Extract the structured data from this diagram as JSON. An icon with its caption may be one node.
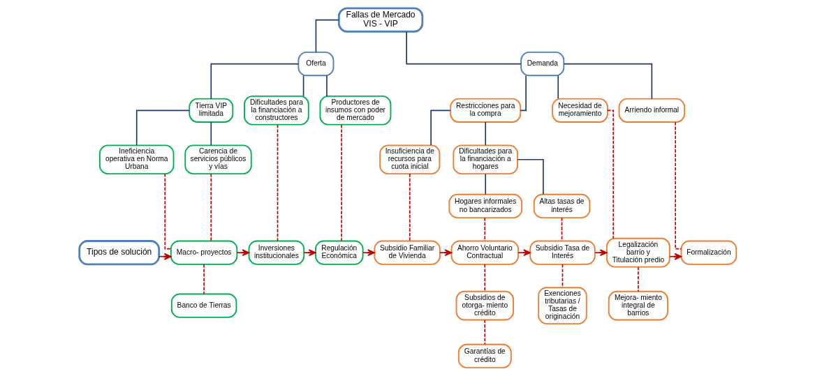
{
  "diagram": {
    "nodes": [
      {
        "text": [
          "Fallas de Mercado VIS - VIP"
        ]
      },
      {
        "text": [
          "Oferta"
        ]
      },
      {
        "text": [
          "Demanda"
        ]
      },
      {
        "text": [
          "Tierra VIP limitada"
        ]
      },
      {
        "text": [
          "Dificultades para la financiación a constructores"
        ]
      },
      {
        "text": [
          "Productores de insumos con poder de mercado"
        ]
      },
      {
        "text": [
          "Restricciones para la compra"
        ]
      },
      {
        "text": [
          "Necesidad de mejoramiento"
        ]
      },
      {
        "text": [
          "Arriendo informal"
        ]
      },
      {
        "text": [
          "Ineficiencia operativa en Norma Urbana"
        ]
      },
      {
        "text": [
          "Carencia de servicios públicos y vías"
        ]
      },
      {
        "text": [
          "Insuficiencia de recursos para cuota inicial"
        ]
      },
      {
        "text": [
          "Dificultades para la financiación a hogares"
        ]
      },
      {
        "text": [
          "Hogares informales no bancarizados"
        ]
      },
      {
        "text": [
          "Altas tasas de interés"
        ]
      },
      {
        "text": [
          "Tipos de solución"
        ]
      },
      {
        "text": [
          "Macro- proyectos"
        ]
      },
      {
        "text": [
          "Inversiones institucionales"
        ]
      },
      {
        "text": [
          "Regulación Económica"
        ]
      },
      {
        "text": [
          "Subsidio Familiar de Vivienda"
        ]
      },
      {
        "text": [
          "Ahorro Voluntario Contractual"
        ]
      },
      {
        "text": [
          "Subsidio Tasa de Interés"
        ]
      },
      {
        "text": [
          "Legalización barrio y Titulación predio"
        ]
      },
      {
        "text": [
          "Formalización"
        ]
      },
      {
        "text": [
          "Banco de Tierras"
        ]
      },
      {
        "text": [
          "Subsidios de otorga- miento crédito"
        ]
      },
      {
        "text": [
          "Exenciones tributarias / Tasas de originación"
        ]
      },
      {
        "text": [
          "Mejora- miento integral de barrios"
        ]
      },
      {
        "text": [
          "Garantías de crédito"
        ]
      }
    ],
    "edges": [
      {
        "from": 0,
        "to": 1,
        "arrow": "none",
        "color": "#1f3864"
      },
      {
        "from": 0,
        "to": 2,
        "arrow": "none",
        "color": "#1f3864"
      },
      {
        "from": 1,
        "to": 3,
        "arrow": "none",
        "color": "#1f3864"
      },
      {
        "from": 1,
        "to": 4,
        "arrow": "none",
        "color": "#1f3864"
      },
      {
        "from": 1,
        "to": 5,
        "arrow": "none",
        "color": "#1f3864"
      },
      {
        "from": 2,
        "to": 6,
        "arrow": "none",
        "color": "#1f3864"
      },
      {
        "from": 2,
        "to": 7,
        "arrow": "none",
        "color": "#1f3864"
      },
      {
        "from": 2,
        "to": 8,
        "arrow": "none",
        "color": "#1f3864"
      },
      {
        "from": 3,
        "to": 9,
        "arrow": "none",
        "color": "#1f3864"
      },
      {
        "from": 3,
        "to": 10,
        "arrow": "none",
        "color": "#1f3864"
      },
      {
        "from": 6,
        "to": 11,
        "arrow": "none",
        "color": "#1f3864"
      },
      {
        "from": 6,
        "to": 12,
        "arrow": "none",
        "color": "#1f3864"
      },
      {
        "from": 12,
        "to": 13,
        "arrow": "none",
        "color": "#1f3864"
      },
      {
        "from": 12,
        "to": 14,
        "arrow": "none",
        "color": "#1f3864"
      },
      {
        "from": 9,
        "to": 16,
        "arrow": "none",
        "style": "dashed"
      },
      {
        "from": 10,
        "to": 16,
        "arrow": "none",
        "style": "dashed"
      },
      {
        "from": 4,
        "to": 17,
        "arrow": "none",
        "style": "dashed"
      },
      {
        "from": 5,
        "to": 18,
        "arrow": "none",
        "style": "dashed"
      },
      {
        "from": 11,
        "to": 19,
        "arrow": "none",
        "style": "dashed"
      },
      {
        "from": 13,
        "to": 20,
        "arrow": "none",
        "style": "dashed"
      },
      {
        "from": 14,
        "to": 21,
        "arrow": "none",
        "style": "dashed"
      },
      {
        "from": 7,
        "to": 22,
        "arrow": "none",
        "style": "dashed"
      },
      {
        "from": 8,
        "to": 23,
        "arrow": "none",
        "style": "dashed"
      },
      {
        "from": 16,
        "to": 24,
        "arrow": "none",
        "style": "dashed"
      },
      {
        "from": 20,
        "to": 25,
        "arrow": "none",
        "style": "dashed"
      },
      {
        "from": 25,
        "to": 28,
        "arrow": "none",
        "style": "dashed"
      },
      {
        "from": 21,
        "to": 26,
        "arrow": "none",
        "style": "dashed"
      },
      {
        "from": 22,
        "to": 27,
        "arrow": "none",
        "style": "dashed"
      },
      {
        "from": 15,
        "to": 16,
        "arrow": "to"
      },
      {
        "from": 16,
        "to": 17,
        "arrow": "to"
      },
      {
        "from": 17,
        "to": 18,
        "arrow": "to"
      },
      {
        "from": 18,
        "to": 19,
        "arrow": "to"
      },
      {
        "from": 19,
        "to": 20,
        "arrow": "to"
      },
      {
        "from": 20,
        "to": 21,
        "arrow": "to"
      },
      {
        "from": 21,
        "to": 22,
        "arrow": "to"
      },
      {
        "from": 22,
        "to": 23,
        "arrow": "to"
      }
    ]
  }
}
